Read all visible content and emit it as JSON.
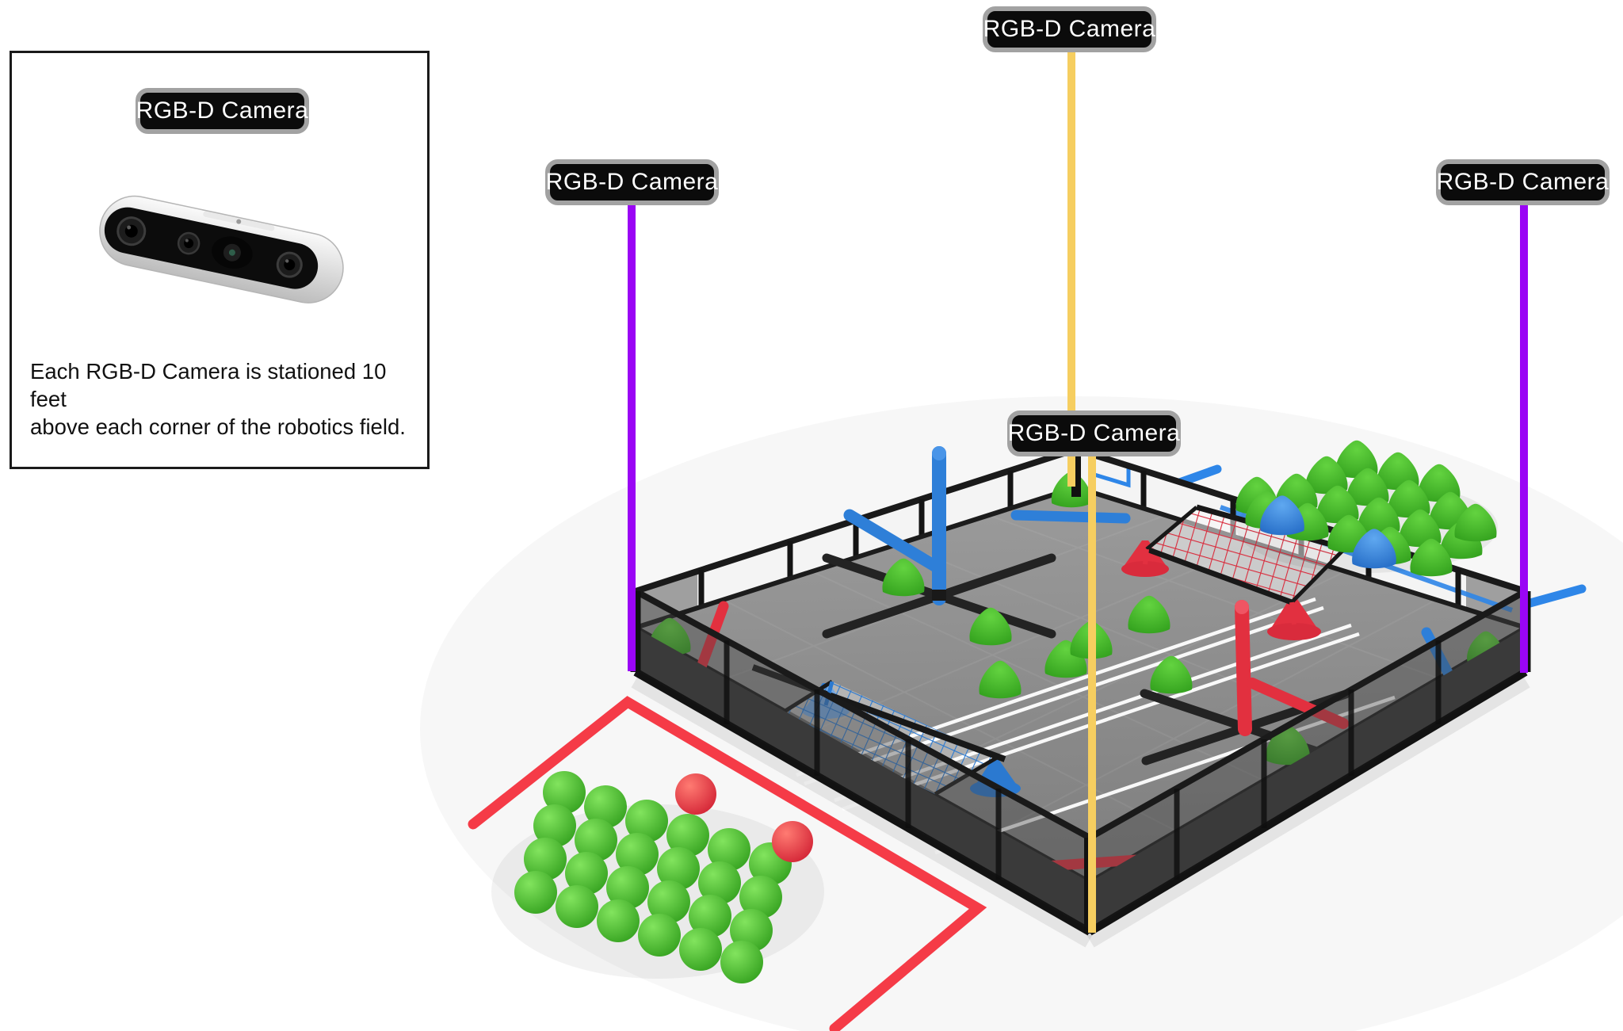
{
  "inset": {
    "badge_label": "RGB-D Camera",
    "caption": {
      "line1": "Each RGB-D Camera is stationed 10 feet",
      "line2": "above each corner of the robotics field."
    }
  },
  "camera_labels": {
    "top": {
      "text": "RGB-D Camera"
    },
    "back": {
      "text": "RGB-D Camera"
    },
    "left": {
      "text": "RGB-D Camera"
    },
    "right": {
      "text": "RGB-D Camera"
    }
  },
  "field": {
    "camera_count": 4,
    "green_balls_outside": 24,
    "red_balls_outside": 2,
    "green_cones_cluster": 19,
    "blue_cones_cluster": 2
  },
  "colors": {
    "camera_line_yellow": "#F6CE60",
    "camera_line_purple": "#9A05F5",
    "badge_background": "#0B0B0B",
    "badge_border": "#A2A2A2",
    "badge_text": "#FFFFFF",
    "zone_line_red": "#F53B47",
    "zone_line_blue": "#2E86E8",
    "game_green": "#3DB32A",
    "game_red": "#E2303F",
    "game_blue": "#2E7FD8"
  }
}
